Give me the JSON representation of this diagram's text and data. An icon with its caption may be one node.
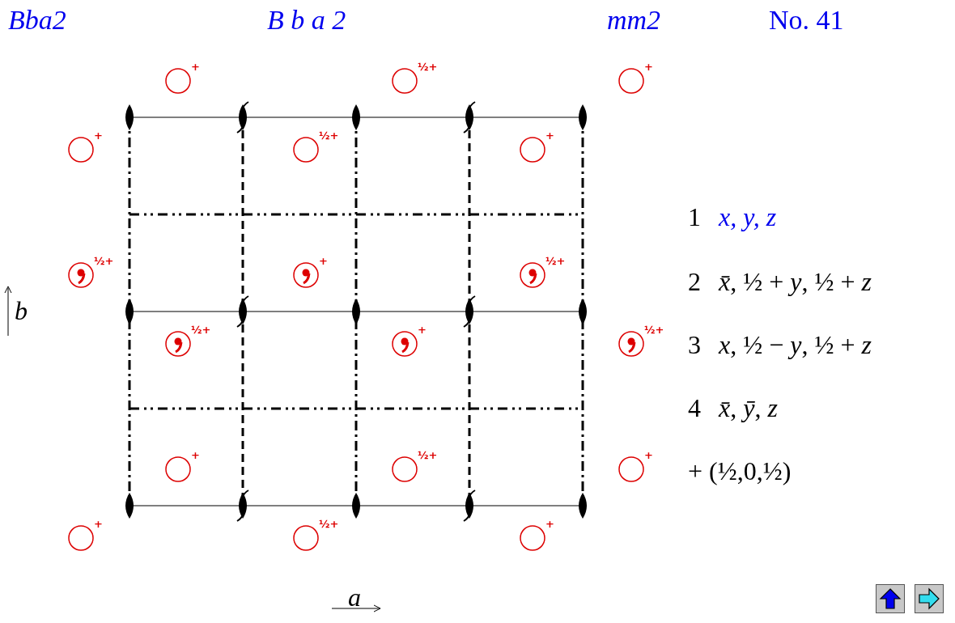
{
  "diagram": {
    "labels": [
      "Bba2",
      "B b a 2",
      "mm2",
      "No. 41",
      "+",
      "½+",
      "+",
      "+",
      "½+",
      "+",
      "½+",
      "+",
      "½+",
      "½+",
      "+",
      "½+",
      "+",
      "½+",
      "+",
      "+",
      "½+",
      "+",
      "b",
      "a",
      "1",
      "x, y, z",
      "2",
      "*x̄*, ½ + *y*, ½ + *z*",
      "3",
      "*x*, ½ − *y*, ½ + *z*",
      "4",
      "*x̄*, *ȳ*, *z*",
      "+ (½,0,½)"
    ]
  }
}
